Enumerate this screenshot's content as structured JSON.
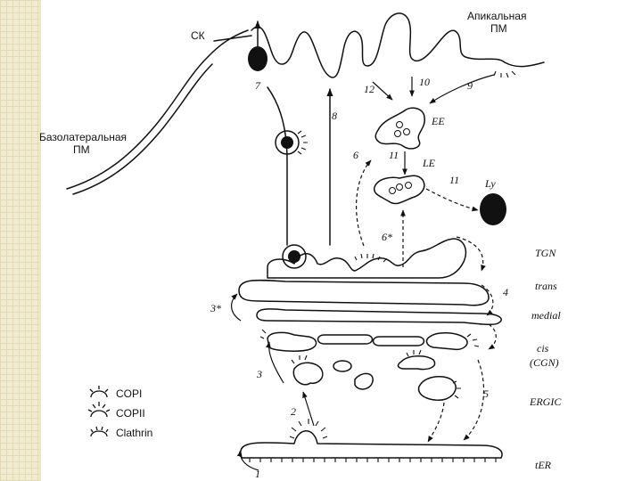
{
  "labels": {
    "ck": "СК",
    "apical_line1": "Апикальная",
    "apical_line2": "ПМ",
    "basolateral_line1": "Базолатеральная",
    "basolateral_line2": "ПМ",
    "ee": "EE",
    "le": "LE",
    "ly": "Ly"
  },
  "compartments": {
    "tgn": "TGN",
    "trans": "trans",
    "medial": "medial",
    "cis": "cis",
    "cgn": "(CGN)",
    "ergic": "ERGIC",
    "ter": "tER"
  },
  "route_numbers": {
    "r1": "1",
    "r2": "2",
    "r3": "3",
    "r3s": "3*",
    "r4": "4",
    "r5": "5",
    "r6": "6",
    "r6s": "6*",
    "r7": "7",
    "r8": "8",
    "r9": "9",
    "r10": "10",
    "r11a": "11",
    "r11b": "11",
    "r12": "12"
  },
  "legend": {
    "copi": "COPI",
    "copii": "COPII",
    "clathrin": "Clathrin"
  }
}
